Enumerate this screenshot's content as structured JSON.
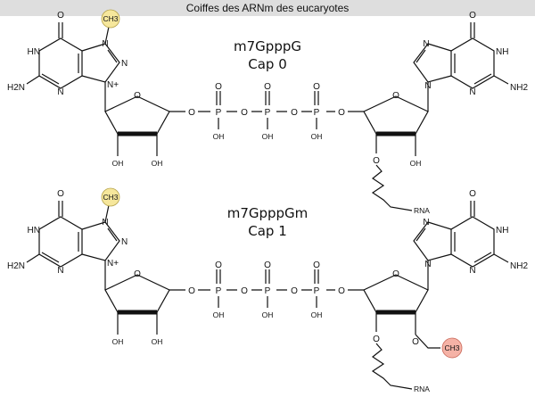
{
  "title": "Coiffes des ARNm des eucaryotes",
  "cap0": {
    "name": "m7GpppG",
    "cap": "Cap 0"
  },
  "cap1": {
    "name": "m7GpppGm",
    "cap": "Cap 1"
  },
  "atoms": {
    "o": "O",
    "n": "N",
    "hn": "HN",
    "nh": "NH",
    "h2n": "H2N",
    "nh2": "NH2",
    "n_plus": "N+",
    "p": "P",
    "oh": "OH",
    "rna": "RNA",
    "ch3": "CH3"
  },
  "colors": {
    "ch3_yellow": "#f6e79c",
    "ch3_red": "#f5b2a6"
  }
}
